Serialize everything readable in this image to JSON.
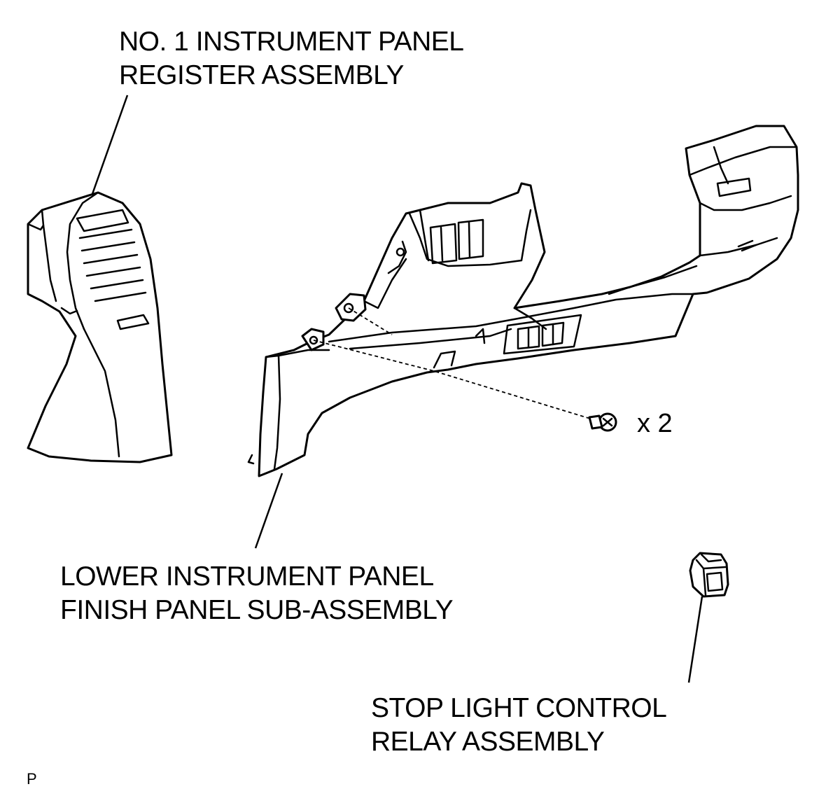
{
  "labels": {
    "register": {
      "line1": "NO. 1 INSTRUMENT PANEL",
      "line2": "REGISTER ASSEMBLY"
    },
    "finish_panel": {
      "line1": "LOWER INSTRUMENT PANEL",
      "line2": "FINISH PANEL SUB-ASSEMBLY"
    },
    "relay": {
      "line1": "STOP LIGHT CONTROL",
      "line2": "RELAY ASSEMBLY"
    },
    "screw_quantity": "x 2",
    "corner_mark": "P"
  },
  "colors": {
    "line": "#000000",
    "background": "#ffffff"
  }
}
